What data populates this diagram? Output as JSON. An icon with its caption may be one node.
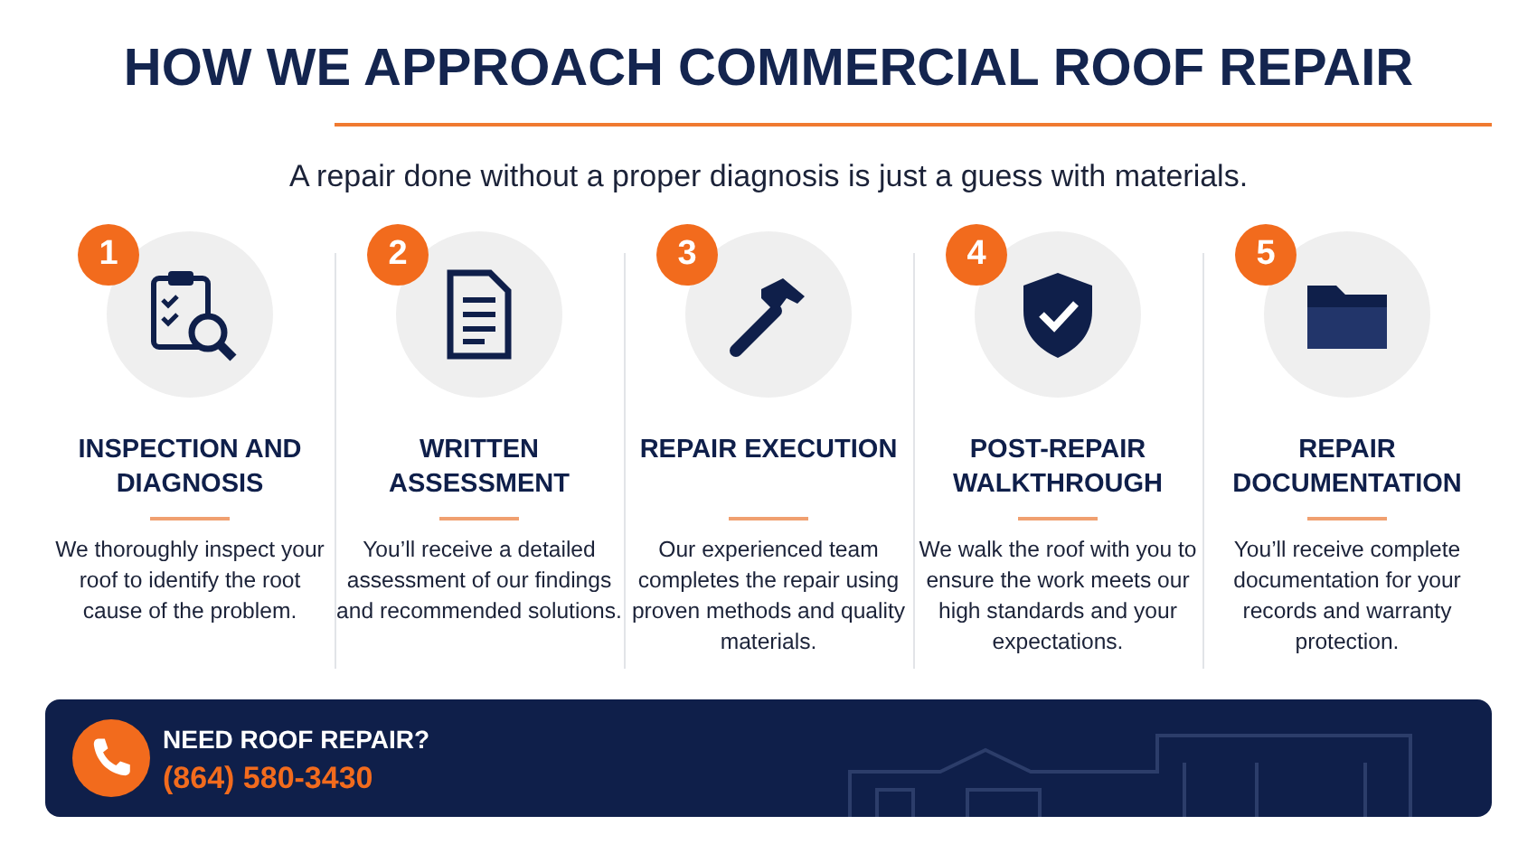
{
  "diagram": {
    "title": "HOW WE APPROACH COMMERCIAL ROOF REPAIR",
    "nodes": [
      {
        "text": [
          "1"
        ]
      },
      {
        "text": [
          "2"
        ]
      },
      {
        "text": [
          "3"
        ]
      },
      {
        "text": [
          "4"
        ]
      },
      {
        "text": [
          "5"
        ]
      },
      {
        "text": [
          "NEED ROOF REPAIR?",
          "(864) 580-3430"
        ]
      }
    ],
    "edges": [],
    "labels": [
      "A repair done without a proper diagnosis is just a guess with materials.",
      "INSPECTION AND DIAGNOSIS",
      "WRITTEN ASSESSMENT",
      "REPAIR EXECUTION",
      "POST-REPAIR WALKTHROUGH",
      "REPAIR DOCUMENTATION",
      "We thoroughly inspect your roof to identify the root cause of the problem.",
      "You’ll receive a detailed assessment of our findings and recommended solutions.",
      "Our experienced team completes the repair using proven methods and quality materials.",
      "We walk the roof with you to ensure the work meets our high standards and your expectations.",
      "You’ll receive complete documentation for your records and warranty protection."
    ]
  }
}
